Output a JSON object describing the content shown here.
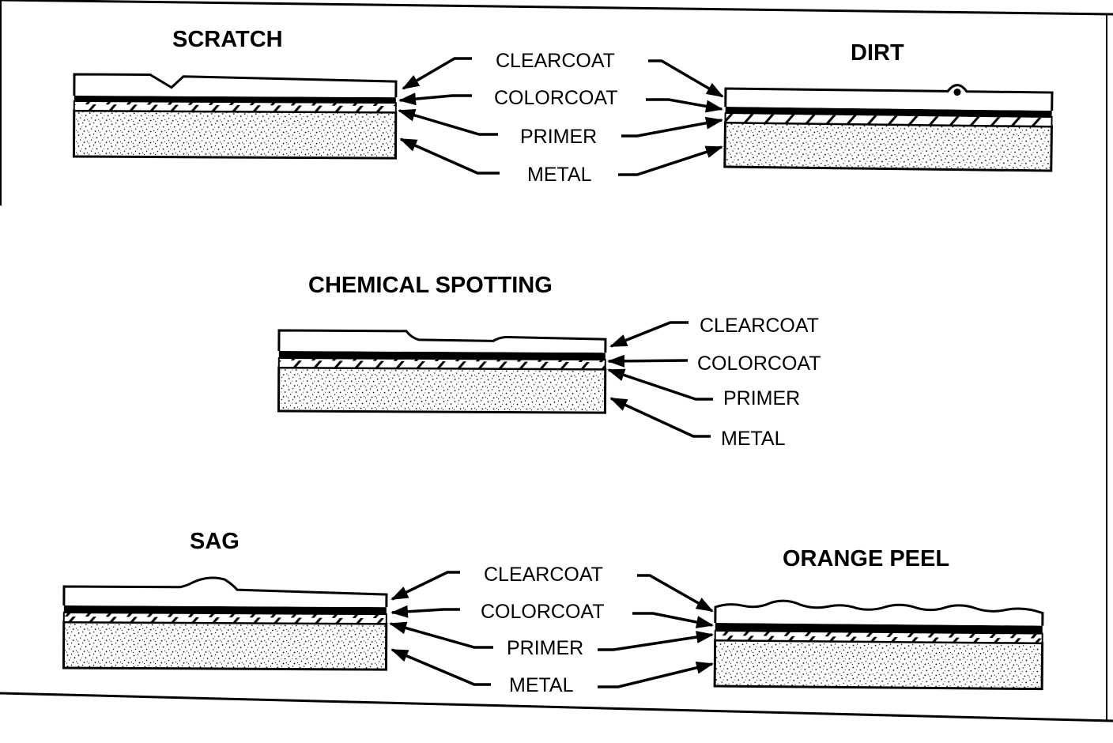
{
  "panels": {
    "scratch": {
      "title": "SCRATCH",
      "labels": {
        "clearcoat": "CLEARCOAT",
        "colorcoat": "COLORCOAT",
        "primer": "PRIMER",
        "metal": "METAL"
      }
    },
    "dirt": {
      "title": "DIRT"
    },
    "chemical_spotting": {
      "title": "CHEMICAL SPOTTING",
      "labels": {
        "clearcoat": "CLEARCOAT",
        "colorcoat": "COLORCOAT",
        "primer": "PRIMER",
        "metal": "METAL"
      }
    },
    "sag": {
      "title": "SAG",
      "labels": {
        "clearcoat": "CLEARCOAT",
        "colorcoat": "COLORCOAT",
        "primer": "PRIMER",
        "metal": "METAL"
      }
    },
    "orange_peel": {
      "title": "ORANGE PEEL"
    }
  },
  "colors": {
    "ink": "#000000",
    "paper": "#ffffff"
  }
}
